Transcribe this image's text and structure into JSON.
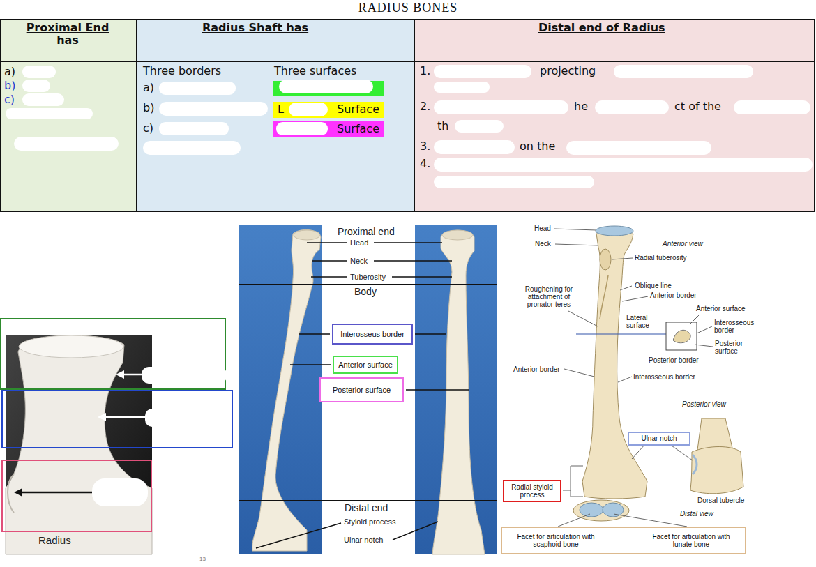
{
  "diagram": {
    "title": "RADIUS BONES",
    "nodes": [
      {
        "text": [
          "Proximal End has"
        ]
      },
      {
        "text": [
          "Radius Shaft has"
        ]
      },
      {
        "text": [
          "Distal end of Radius"
        ]
      },
      {
        "text": [
          "a)",
          "b)",
          "c)"
        ]
      },
      {
        "text": [
          "Three borders",
          "a)",
          "b)",
          "c)"
        ]
      },
      {
        "text": [
          "Three surfaces"
        ]
      },
      {
        "text": [
          "L",
          "Surface"
        ],
        "in": 5
      },
      {
        "text": [
          "Surface"
        ],
        "in": 5
      },
      {
        "text": [
          "1.",
          "projecting",
          "2.",
          "he",
          "ct of the",
          "th",
          "3.",
          "on the",
          "4."
        ]
      },
      {
        "text": [
          "Interosseus border"
        ]
      },
      {
        "text": [
          "Anterior surface"
        ]
      },
      {
        "text": [
          "Posterior surface"
        ]
      },
      {
        "text": [
          "Ulnar notch"
        ]
      },
      {
        "text": [
          "Radial styloid process"
        ]
      },
      {
        "text": [
          "Facet for articulation with scaphoid bone",
          "Facet for articulation with lunate bone"
        ]
      }
    ],
    "labels": [
      "Radius",
      "Proximal end",
      "Head",
      "Neck",
      "Tuberosity",
      "Body",
      "Distal end",
      "Styloid process",
      "Ulnar notch",
      "Head",
      "Neck",
      "Anterior view",
      "Radial tuberosity",
      "Oblique line",
      "Roughening for attachment of pronator teres",
      "Anterior border",
      "Lateral surface",
      "Anterior surface",
      "Interosseous border",
      "Posterior surface",
      "Posterior border",
      "Anterior border",
      "Interosseous border",
      "Posterior view",
      "Dorsal tubercle",
      "Distal view",
      "13"
    ]
  }
}
